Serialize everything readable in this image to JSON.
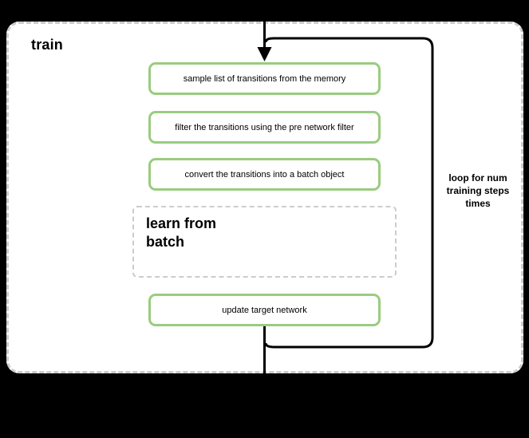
{
  "container": {
    "title": "train"
  },
  "flow": {
    "steps": [
      {
        "label": "sample list of transitions from the memory"
      },
      {
        "label": "filter the transitions using the pre network filter"
      },
      {
        "label": "convert the transitions into a batch object"
      }
    ],
    "subprocess": {
      "label": "learn from\nbatch"
    },
    "final_step": {
      "label": "update target network"
    },
    "loop": {
      "label": "loop for num\ntraining steps\ntimes"
    }
  },
  "icons": {
    "entry_arrow": "arrow-down-icon"
  },
  "colors": {
    "background": "#000000",
    "panel": "#FFFFFF",
    "step_border_green": "#9ACC7F",
    "dashed_border_gray": "#CCCCCC",
    "line_black": "#000000"
  }
}
